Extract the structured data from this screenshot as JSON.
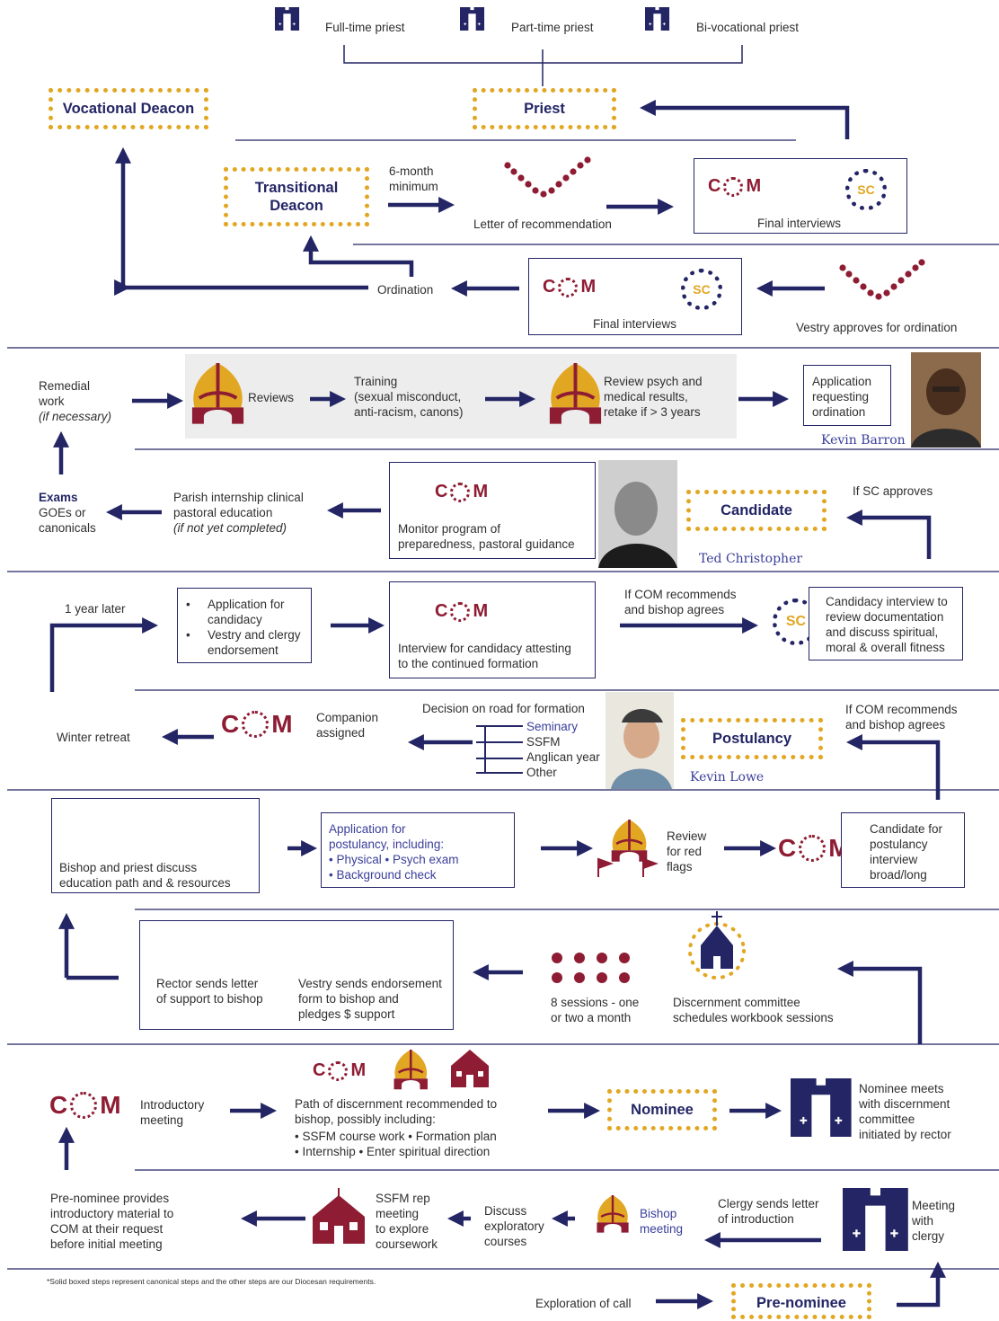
{
  "colors": {
    "navy": "#232565",
    "maroon": "#8e1c33",
    "gold": "#e2a722",
    "gray": "#ededed"
  },
  "icons": [
    "stole-icon",
    "mitre-icon",
    "church-icon",
    "schoolhouse-icon",
    "bead-arc-icon",
    "dots-grid-icon",
    "com-logo-icon",
    "sc-logo-icon",
    "flag-icon"
  ],
  "top": {
    "full_time": "Full-time priest",
    "part_time": "Part-time priest",
    "bi_vocational": "Bi-vocational priest",
    "vocational_deacon": "Vocational Deacon",
    "priest": "Priest"
  },
  "row_td": {
    "transitional_deacon": "Transitional\nDeacon",
    "six_month": "6-month\nminimum",
    "letter_rec": "Letter of recommendation",
    "final_interviews": "Final interviews"
  },
  "row_ord": {
    "ordination": "Ordination",
    "final_interviews": "Final interviews",
    "vestry_approves": "Vestry approves for ordination"
  },
  "row_remedial": {
    "remedial": "Remedial\nwork",
    "if_necessary": "(if necessary)",
    "reviews": "Reviews",
    "training": "Training\n(sexual misconduct,\nanti-racism, canons)",
    "review_psych": "Review psych and\nmedical results,\nretake if > 3 years",
    "application_ord": "Application\nrequesting\nordination",
    "kevin_barron": "Kevin Barron"
  },
  "row_candidate": {
    "exams": "Exams",
    "goes": "GOEs or\ncanonicals",
    "parish": "Parish internship clinical\npastoral education",
    "if_not_completed": "(if not yet completed)",
    "monitor": "Monitor program of\npreparedness, pastoral guidance",
    "ted": "Ted Christopher",
    "candidate": "Candidate",
    "if_sc": "If SC approves"
  },
  "row_candidacy": {
    "one_year": "1 year later",
    "application_candidacy": "Application for\ncandidacy",
    "vestry_clergy": "Vestry and clergy\nendorsement",
    "interview_candidacy": "Interview for candidacy attesting\nto the continued formation",
    "if_com": "If COM recommends\nand bishop agrees",
    "candidacy_interview": "Candidacy interview to\nreview documentation\nand discuss spiritual,\nmoral & overall fitness"
  },
  "row_postulancy": {
    "winter": "Winter retreat",
    "companion": "Companion\nassigned",
    "decision": "Decision on road for formation",
    "options": [
      "Seminary",
      "SSFM",
      "Anglican year",
      "Other"
    ],
    "kevin_lowe": "Kevin Lowe",
    "postulancy": "Postulancy",
    "if_com": "If COM recommends\nand bishop agrees"
  },
  "row_application": {
    "bishop_priest": "Bishop and priest discuss\neducation path and & resources",
    "app_title": "Application for\npostulancy, including:",
    "app_items": [
      "• Physical • Psych exam",
      "• Background check"
    ],
    "review_flags": "Review\nfor red\nflags",
    "candidate_post": "Candidate for\npostulancy\ninterview\nbroad/long"
  },
  "row_discernment": {
    "rector_letter": "Rector sends letter\nof support to bishop",
    "vestry_endorse": "Vestry sends endorsement\nform to bishop and\npledges $ support",
    "sessions": "8 sessions - one\nor two a month",
    "committee": "Discernment committee\nschedules workbook sessions"
  },
  "row_nominee": {
    "intro": "Introductory\nmeeting",
    "path": "Path of discernment recommended to\nbishop, possibly including:",
    "path_items": [
      "• SSFM course work  •  Formation plan",
      "• Internship  •  Enter spiritual direction"
    ],
    "nominee": "Nominee",
    "nominee_meets": "Nominee meets\nwith discernment\ncommittee\ninitiated by rector"
  },
  "row_prenominee": {
    "provides": "Pre-nominee provides\nintroductory material to\nCOM at their request\nbefore initial meeting",
    "ssfm": "SSFM rep\nmeeting\nto explore\ncoursework",
    "discuss": "Discuss\nexploratory\ncourses",
    "bishop_meeting": "Bishop\nmeeting",
    "clergy_letter": "Clergy sends letter\nof introduction",
    "meeting_clergy": "Meeting\nwith\nclergy"
  },
  "footer": {
    "note": "*Solid boxed steps represent canonical steps and the other steps are  our Diocesan requirements.",
    "exploration": "Exploration of call",
    "pre_nominee": "Pre-nominee"
  },
  "logos": {
    "com_c": "C",
    "com_m": "M",
    "sc": "SC"
  }
}
